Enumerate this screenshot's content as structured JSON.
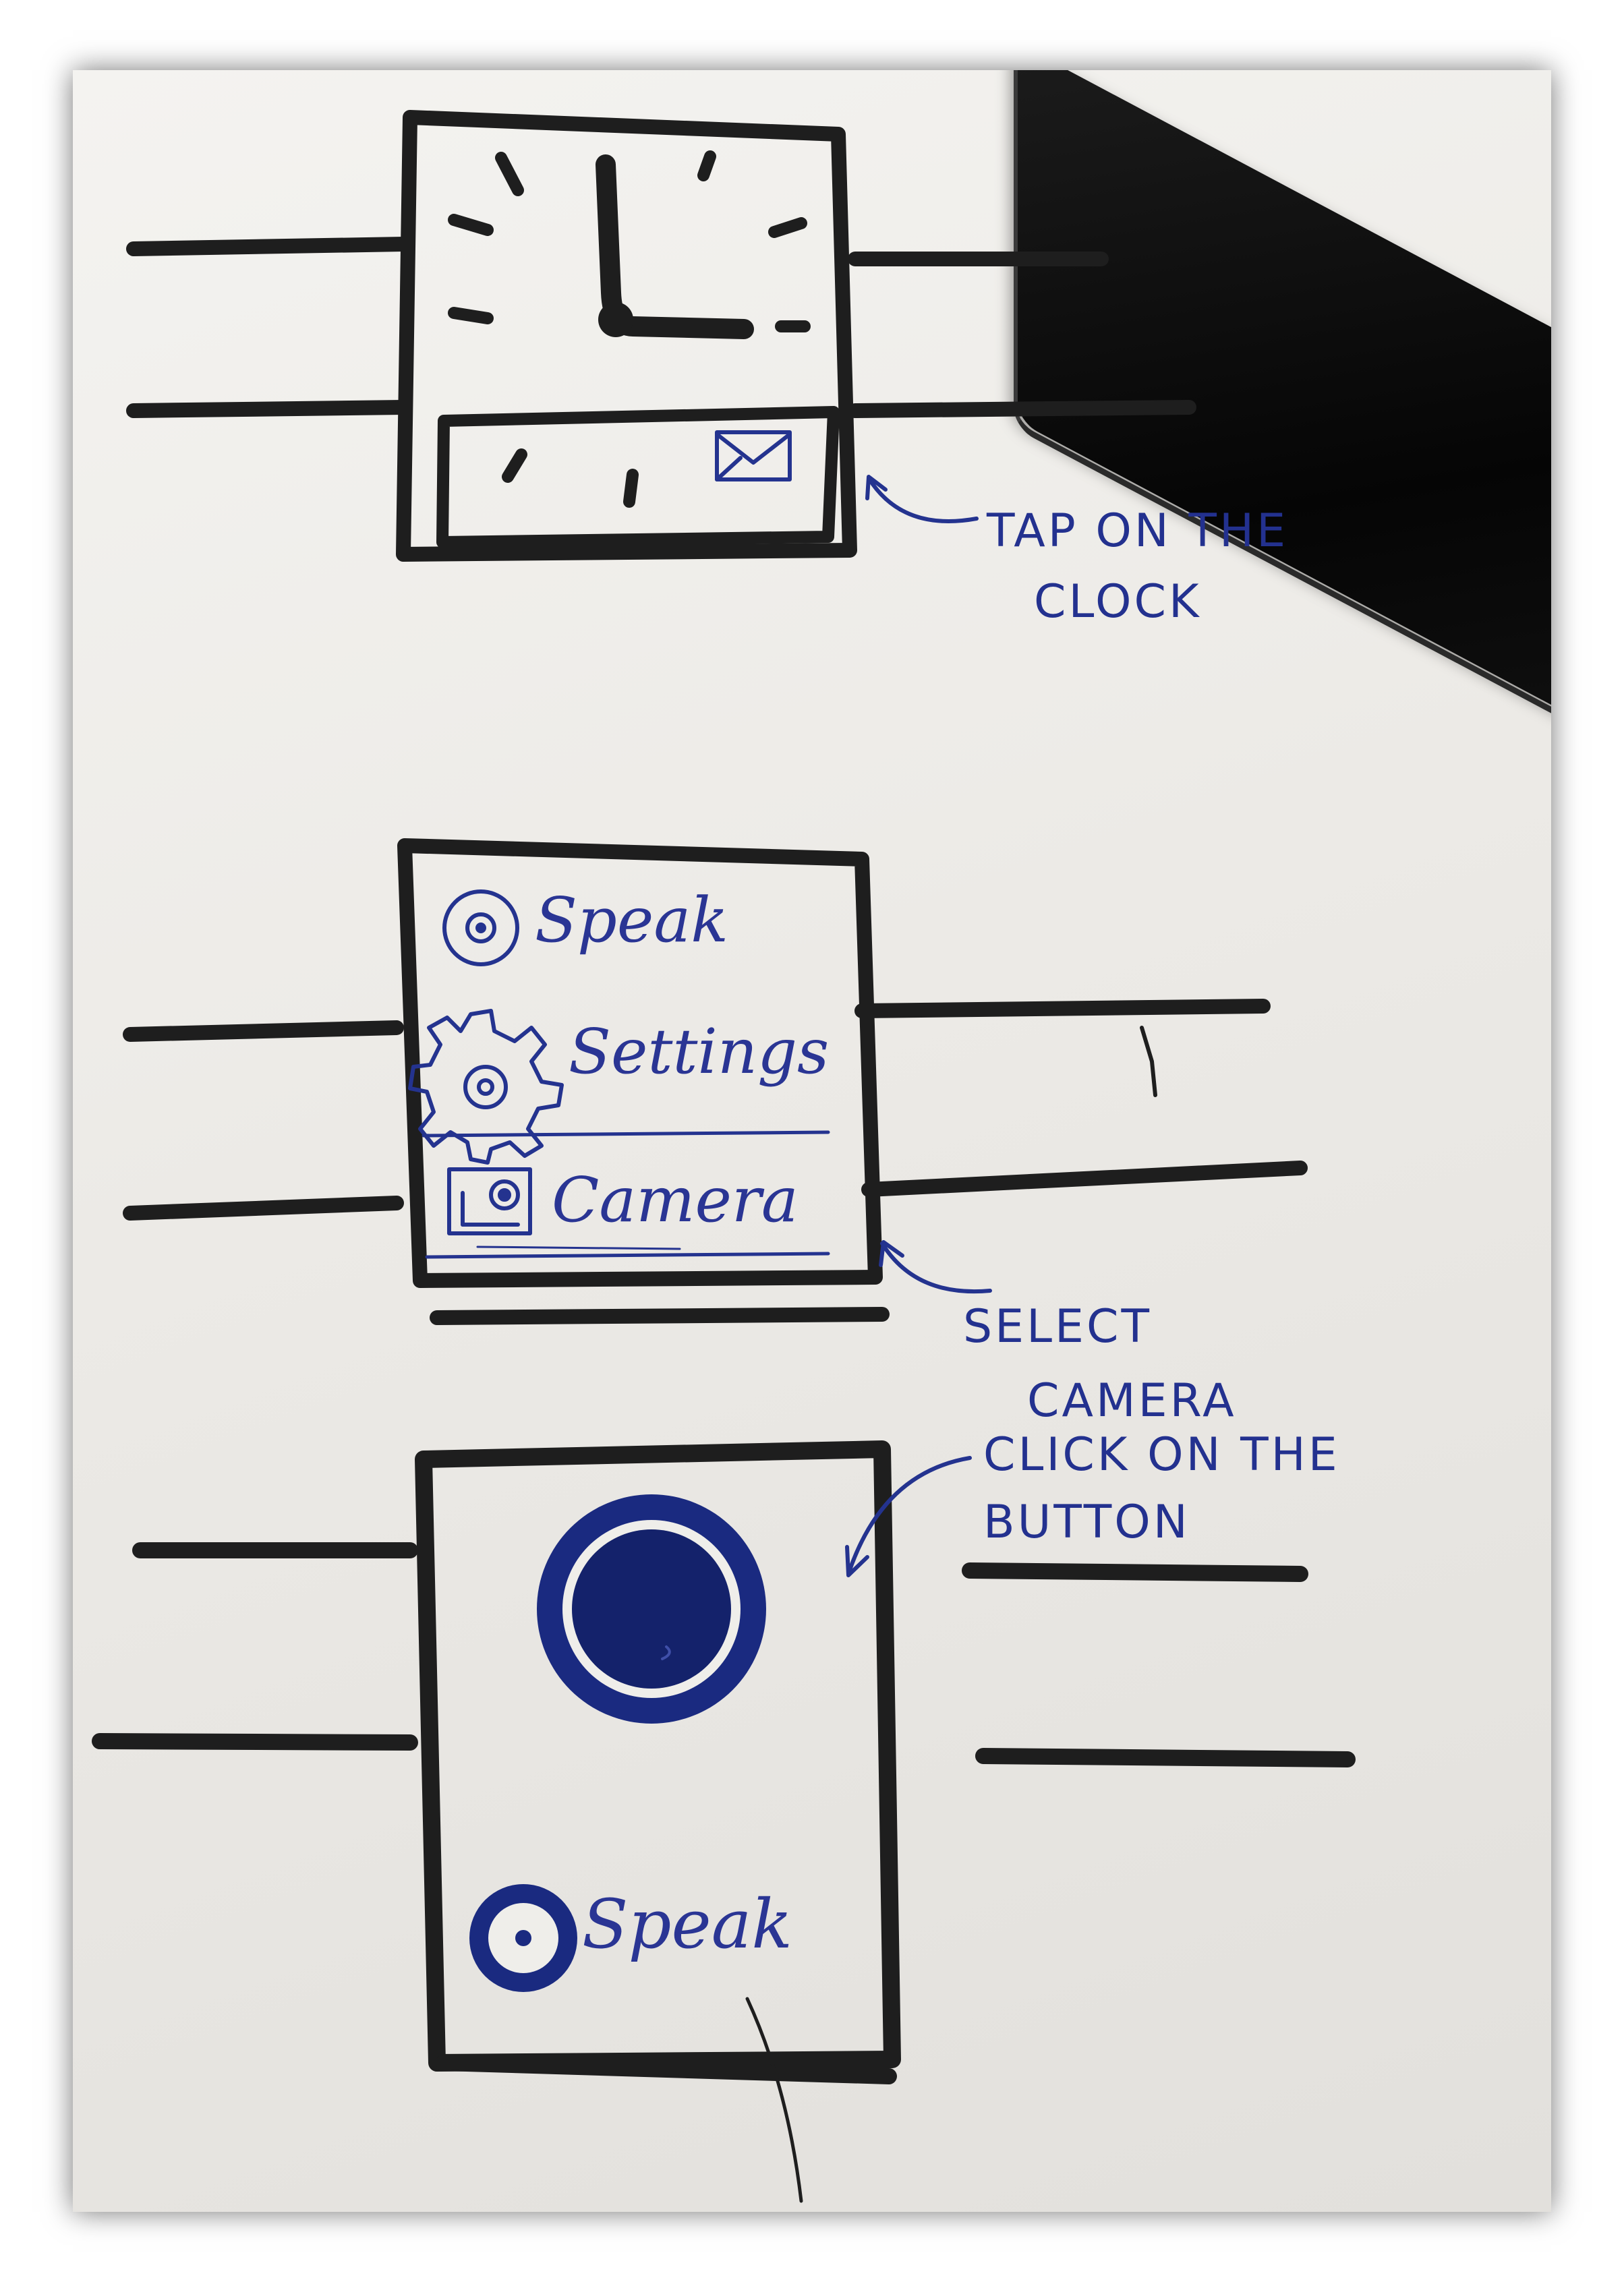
{
  "colors": {
    "ink_black": "#1e1e1e",
    "ink_blue": "#24338f",
    "button_fill": "#14226b",
    "paper": "#efeeea"
  },
  "icons": [
    "envelope-icon",
    "gear-icon",
    "camera-icon",
    "speak-icon",
    "capture-button-icon"
  ],
  "screen1": {
    "annotation_line1": "TAP ON THE",
    "annotation_line2": "CLOCK"
  },
  "screen2": {
    "menu": [
      "Speak",
      "Settings",
      "Camera"
    ],
    "annotation_line1": "SELECT",
    "annotation_line2": "CAMERA"
  },
  "screen3": {
    "speak_label": "Speak",
    "annotation_line1": "CLICK ON THE",
    "annotation_line2": "BUTTON"
  }
}
